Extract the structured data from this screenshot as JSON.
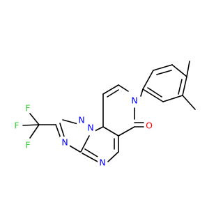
{
  "colors": {
    "background": "#ffffff",
    "bond": "#000000",
    "nitrogen": "#0000ff",
    "oxygen": "#ff0000",
    "fluorine": "#33cc33"
  },
  "atoms": {
    "n_ring_top": "N",
    "n_ring_junction": "N",
    "n_ring_lower": "N",
    "n_pyrimidine": "N",
    "n_pyridinone": "N",
    "o_carbonyl": "O",
    "f_top": "F",
    "f_left": "F",
    "f_bottom": "F"
  }
}
